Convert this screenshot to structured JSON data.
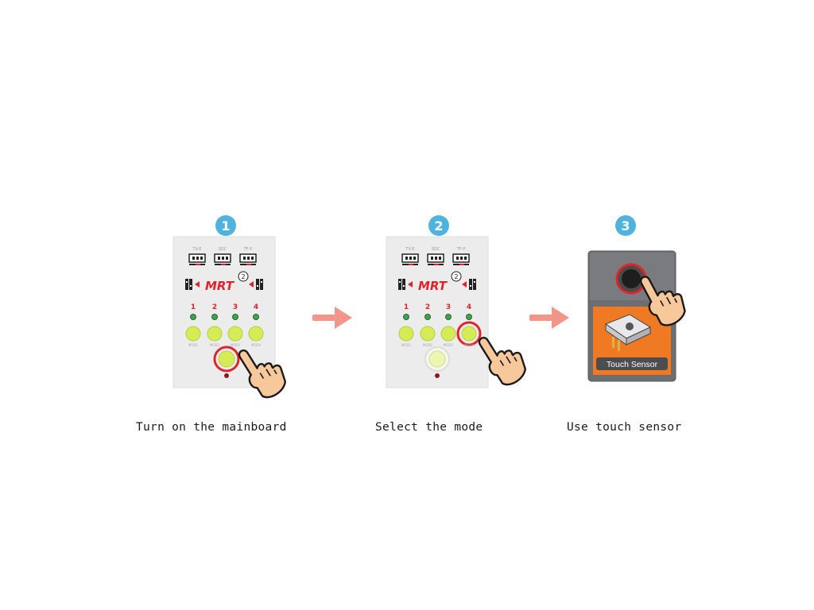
{
  "steps": [
    {
      "number": "1",
      "caption": "Turn on the mainboard"
    },
    {
      "number": "2",
      "caption": "Select the mode"
    },
    {
      "number": "3",
      "caption": "Use touch sensor"
    }
  ],
  "board": {
    "logo": "MRT",
    "logo_superscript": "2",
    "port_labels": [
      "TX-E",
      "SDC",
      "TF-P"
    ],
    "mode_numbers": [
      "1",
      "2",
      "3",
      "4"
    ],
    "mode_button_labels": [
      "MOD1",
      "MOD2",
      "MOD3",
      "MOD4"
    ]
  },
  "sensor": {
    "label": "Touch Sensor"
  },
  "colors": {
    "badge": "#4fb3dd",
    "arrow": "#f2968a",
    "board": "#ececec",
    "button_green": "#d6ec57",
    "highlight_ring": "#e0242c",
    "sensor_panel": "#f07a24",
    "sensor_box": "#6d6e71"
  }
}
